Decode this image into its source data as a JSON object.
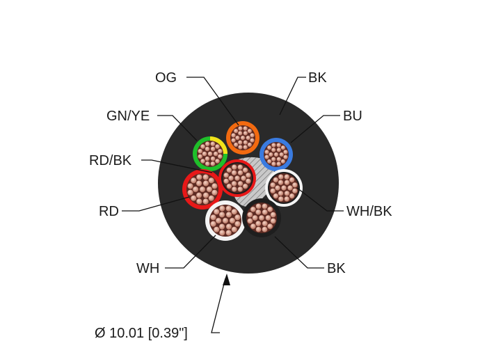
{
  "labels": {
    "og": "OG",
    "bk_top": "BK",
    "gn_ye": "GN/YE",
    "bu": "BU",
    "rd_bk": "RD/BK",
    "rd": "RD",
    "wh_bk": "WH/BK",
    "wh": "WH",
    "bk_bottom": "BK",
    "diameter": "Ø 10.01 [0.39\"]"
  },
  "colors": {
    "jacket": "#2a2a2a",
    "og": "#f26a10",
    "bu": "#3a7be0",
    "gn": "#1fbf2a",
    "ye": "#f2e21a",
    "rd": "#e81818",
    "wh": "#f4f4f4",
    "bk": "#1e1e1e",
    "copper": "#d9a08a",
    "filler": "#bdbdbd"
  },
  "icons": {
    "dimension_arrow": "arrow-up-icon"
  }
}
